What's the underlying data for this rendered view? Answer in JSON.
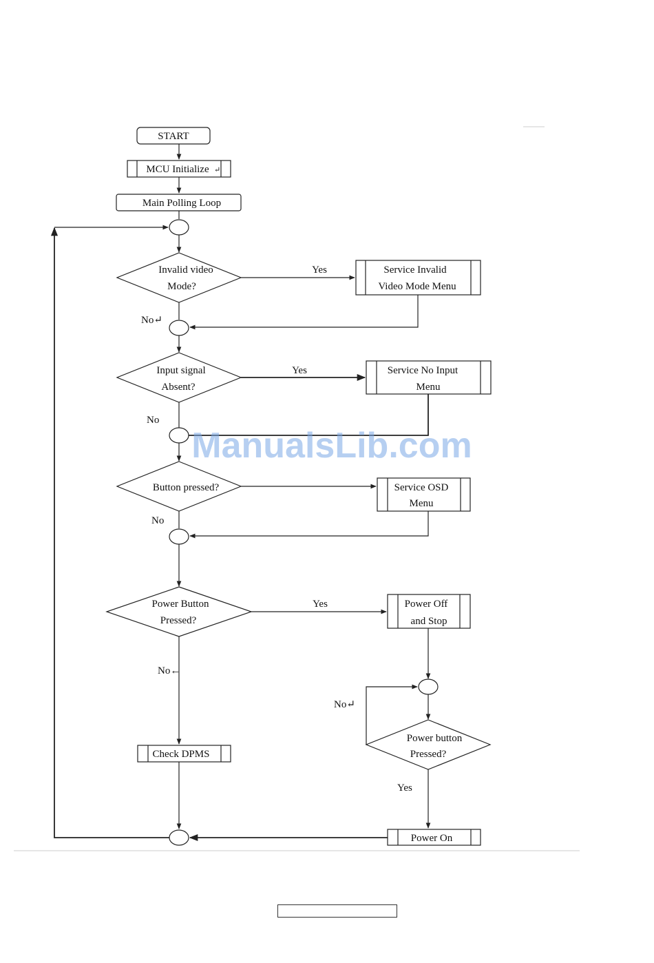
{
  "flowchart": {
    "start": "START",
    "mcu_init": "MCU Initialize",
    "mcu_init_mark": "↵",
    "polling_loop": "Main Polling Loop",
    "invalid_video": [
      "Invalid video",
      "Mode?"
    ],
    "service_invalid": [
      "Service Invalid",
      "Video Mode Menu"
    ],
    "input_absent": [
      "Input signal",
      "Absent?"
    ],
    "service_no_input": [
      "Service No Input",
      "Menu"
    ],
    "button_pressed": "Button pressed?",
    "service_osd": [
      "Service OSD",
      "Menu"
    ],
    "power_button": [
      "Power Button",
      "Pressed?"
    ],
    "power_off": [
      "Power Off",
      "and Stop"
    ],
    "power_button_2": [
      "Power button",
      "Pressed?"
    ],
    "check_dpms": "Check DPMS",
    "power_on": "Power On",
    "yes": "Yes",
    "no": "No",
    "no_mark": "No↵",
    "no_arrow_mark": "No←"
  },
  "watermark": "ManualsLib.com"
}
